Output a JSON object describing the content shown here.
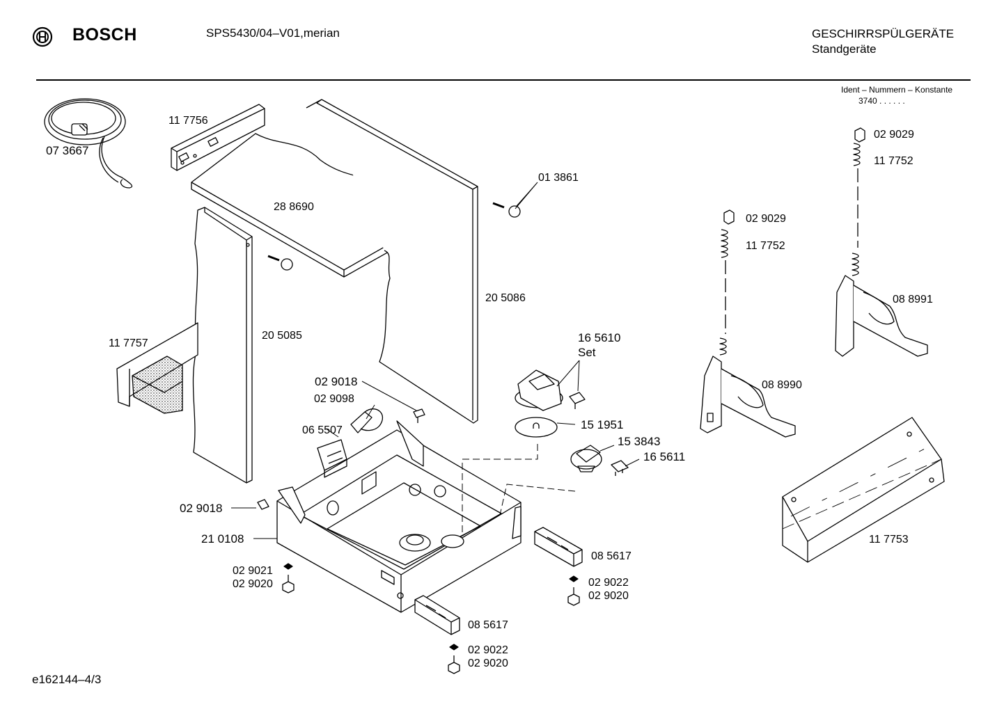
{
  "header": {
    "brand": "BOSCH",
    "model": "SPS5430/04–V01,merian",
    "category_line1": "GESCHIRRSPÜLGERÄTE",
    "category_line2": "Standgeräte",
    "ident_label": "Ident – Nummern – Konstante",
    "ident_value": "3740 . .  .  .  .  ."
  },
  "footer": {
    "code": "e162144–4/3"
  },
  "parts": {
    "p073667": "07 3667",
    "p117756": "11 7756",
    "p288690": "28 8690",
    "p013861": "01 3861",
    "p205086": "20 5086",
    "p205085": "20 5085",
    "p117757": "11 7757",
    "p165610": "16 5610",
    "set": "Set",
    "p029018a": "02 9018",
    "p029098": "02 9098",
    "p065507": "06 5507",
    "p151951": "15 1951",
    "p153843": "15 3843",
    "p165611": "16 5611",
    "p029018b": "02 9018",
    "p210108": "21 0108",
    "p029021": "02 9021",
    "p029020a": "02 9020",
    "p085617a": "08 5617",
    "p029022a": "02 9022",
    "p029020b": "02 9020",
    "p085617b": "08 5617",
    "p029022b": "02 9022",
    "p029020c": "02 9020",
    "p029029a": "02 9029",
    "p117752a": "11 7752",
    "p029029b": "02 9029",
    "p117752b": "11 7752",
    "p088991": "08 8991",
    "p088990": "08 8990",
    "p117753": "11 7753"
  }
}
